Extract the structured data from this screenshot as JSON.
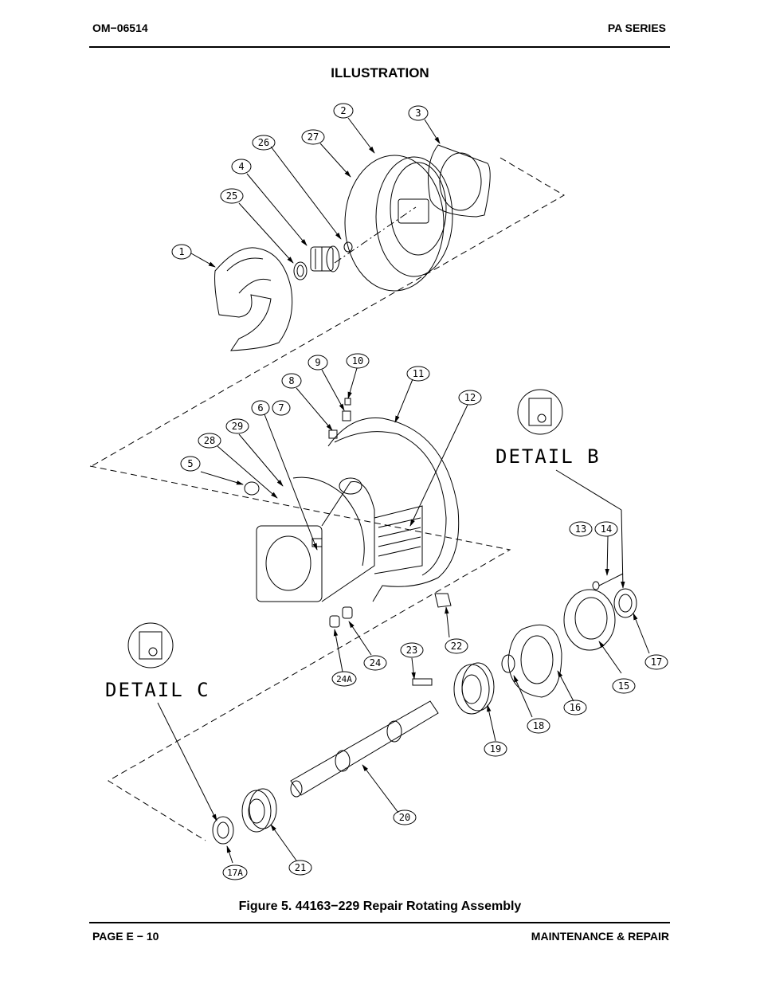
{
  "header": {
    "doc_number": "OM−06514",
    "series": "PA SERIES"
  },
  "section_title": "ILLUSTRATION",
  "figure": {
    "caption": "Figure 5. 44163−229 Repair Rotating Assembly",
    "detail_labels": {
      "b": "DETAIL B",
      "c": "DETAIL C"
    },
    "callouts": {
      "c1": "1",
      "c2": "2",
      "c3": "3",
      "c4": "4",
      "c5": "5",
      "c6": "6",
      "c7": "7",
      "c8": "8",
      "c9": "9",
      "c10": "10",
      "c11": "11",
      "c12": "12",
      "c13": "13",
      "c14": "14",
      "c15": "15",
      "c16": "16",
      "c17": "17",
      "c17a": "17A",
      "c18": "18",
      "c19": "19",
      "c20": "20",
      "c21": "21",
      "c22": "22",
      "c23": "23",
      "c24": "24",
      "c24a": "24A",
      "c25": "25",
      "c26": "26",
      "c27": "27",
      "c28": "28",
      "c29": "29"
    }
  },
  "footer": {
    "page": "PAGE E − 10",
    "section": "MAINTENANCE & REPAIR"
  }
}
